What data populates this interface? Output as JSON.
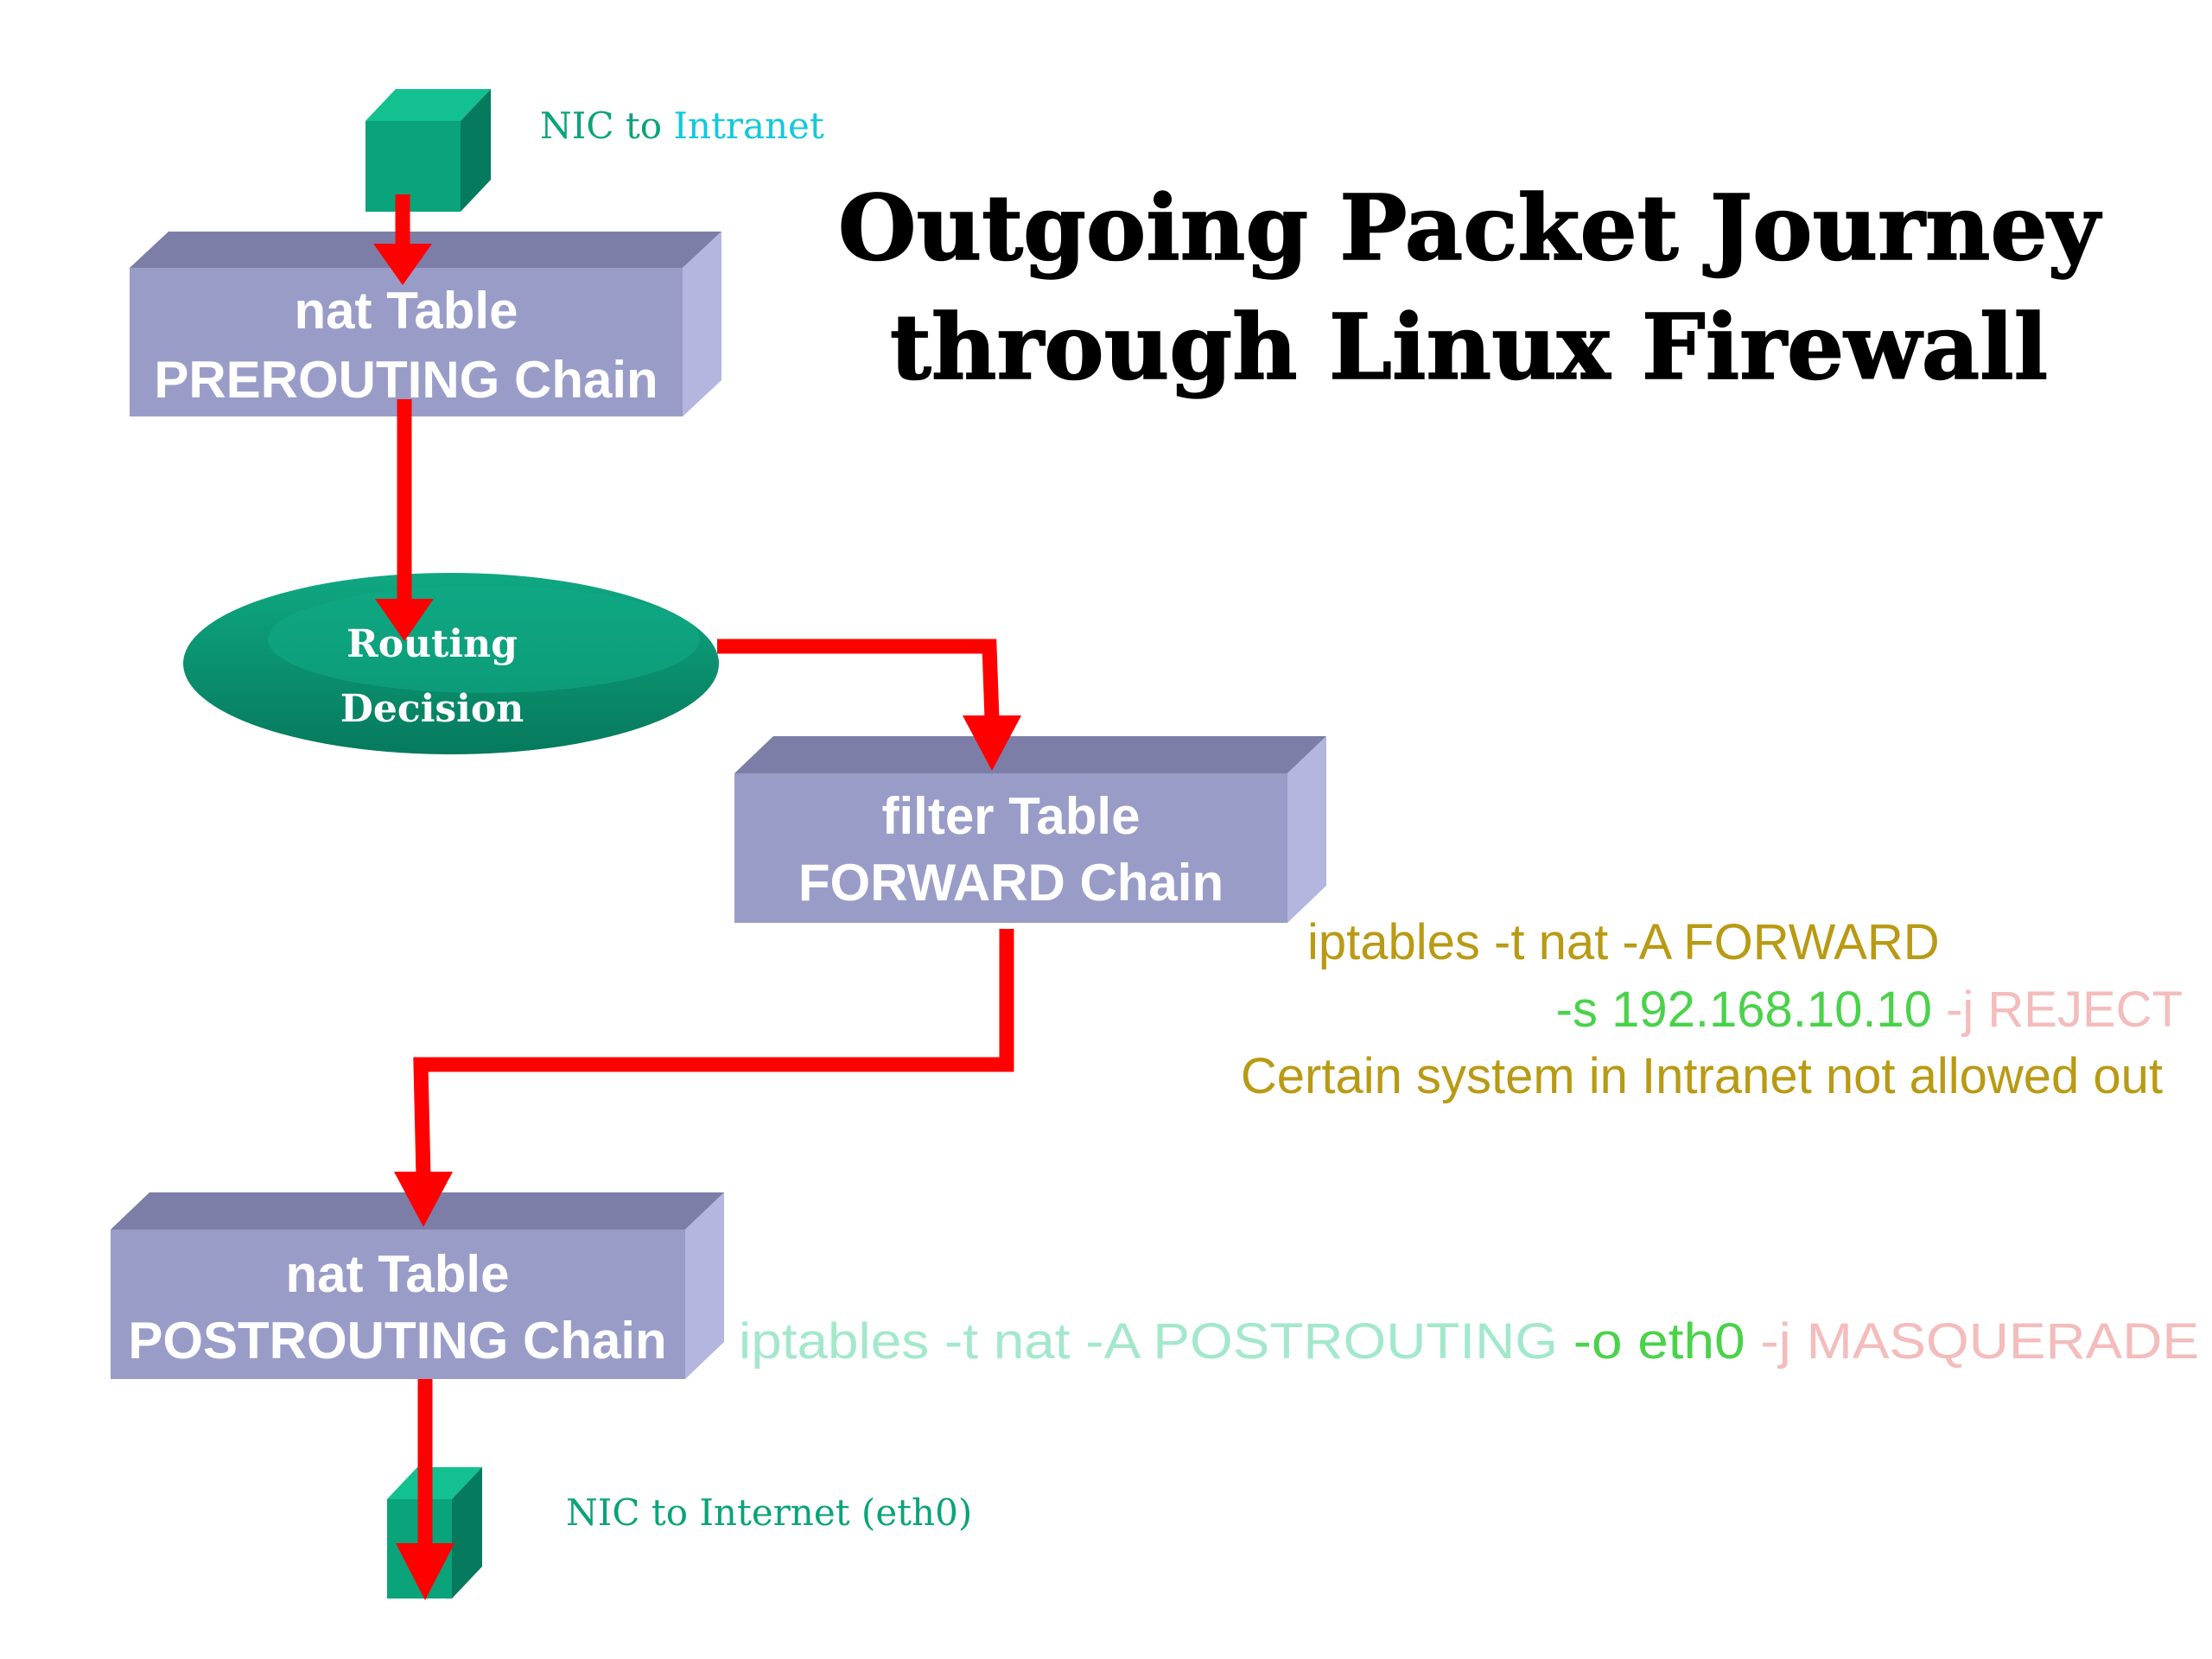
{
  "title": {
    "line1": "Outgoing Packet Journey",
    "line2": "through Linux Firewall"
  },
  "nic_in": {
    "prefix": "NIC to ",
    "target": "Intranet"
  },
  "nic_out": {
    "label": "NIC to Internet (eth0)"
  },
  "boxes": {
    "prerouting": {
      "line1": "nat Table",
      "line2": "PREROUTING Chain"
    },
    "forward": {
      "line1": "filter Table",
      "line2": "FORWARD Chain"
    },
    "postrouting": {
      "line1": "nat Table",
      "line2": "POSTROUTING Chain"
    }
  },
  "routing": {
    "line1": "Routing",
    "line2": "Decision"
  },
  "forward_rule": {
    "line1": "iptables -t nat -A FORWARD",
    "source": "-s 192.168.10.10",
    "jump": "-j REJECT",
    "note": "Certain system in Intranet not allowed out"
  },
  "postrouting_rule": {
    "base": "iptables -t nat -A POSTROUTING",
    "out": "-o eth0",
    "jump": "-j MASQUERADE"
  },
  "colors": {
    "teal": "#0aa37a",
    "cyan": "#12c8e0",
    "box_front": "#9a9cc8",
    "box_top": "#7c7ea8",
    "box_side": "#b4b6e0",
    "arrow": "#ff0000",
    "olive": "#b99a14",
    "green": "#4ad24a",
    "pink": "#f4bcbc",
    "mint": "#a4e8cc"
  }
}
